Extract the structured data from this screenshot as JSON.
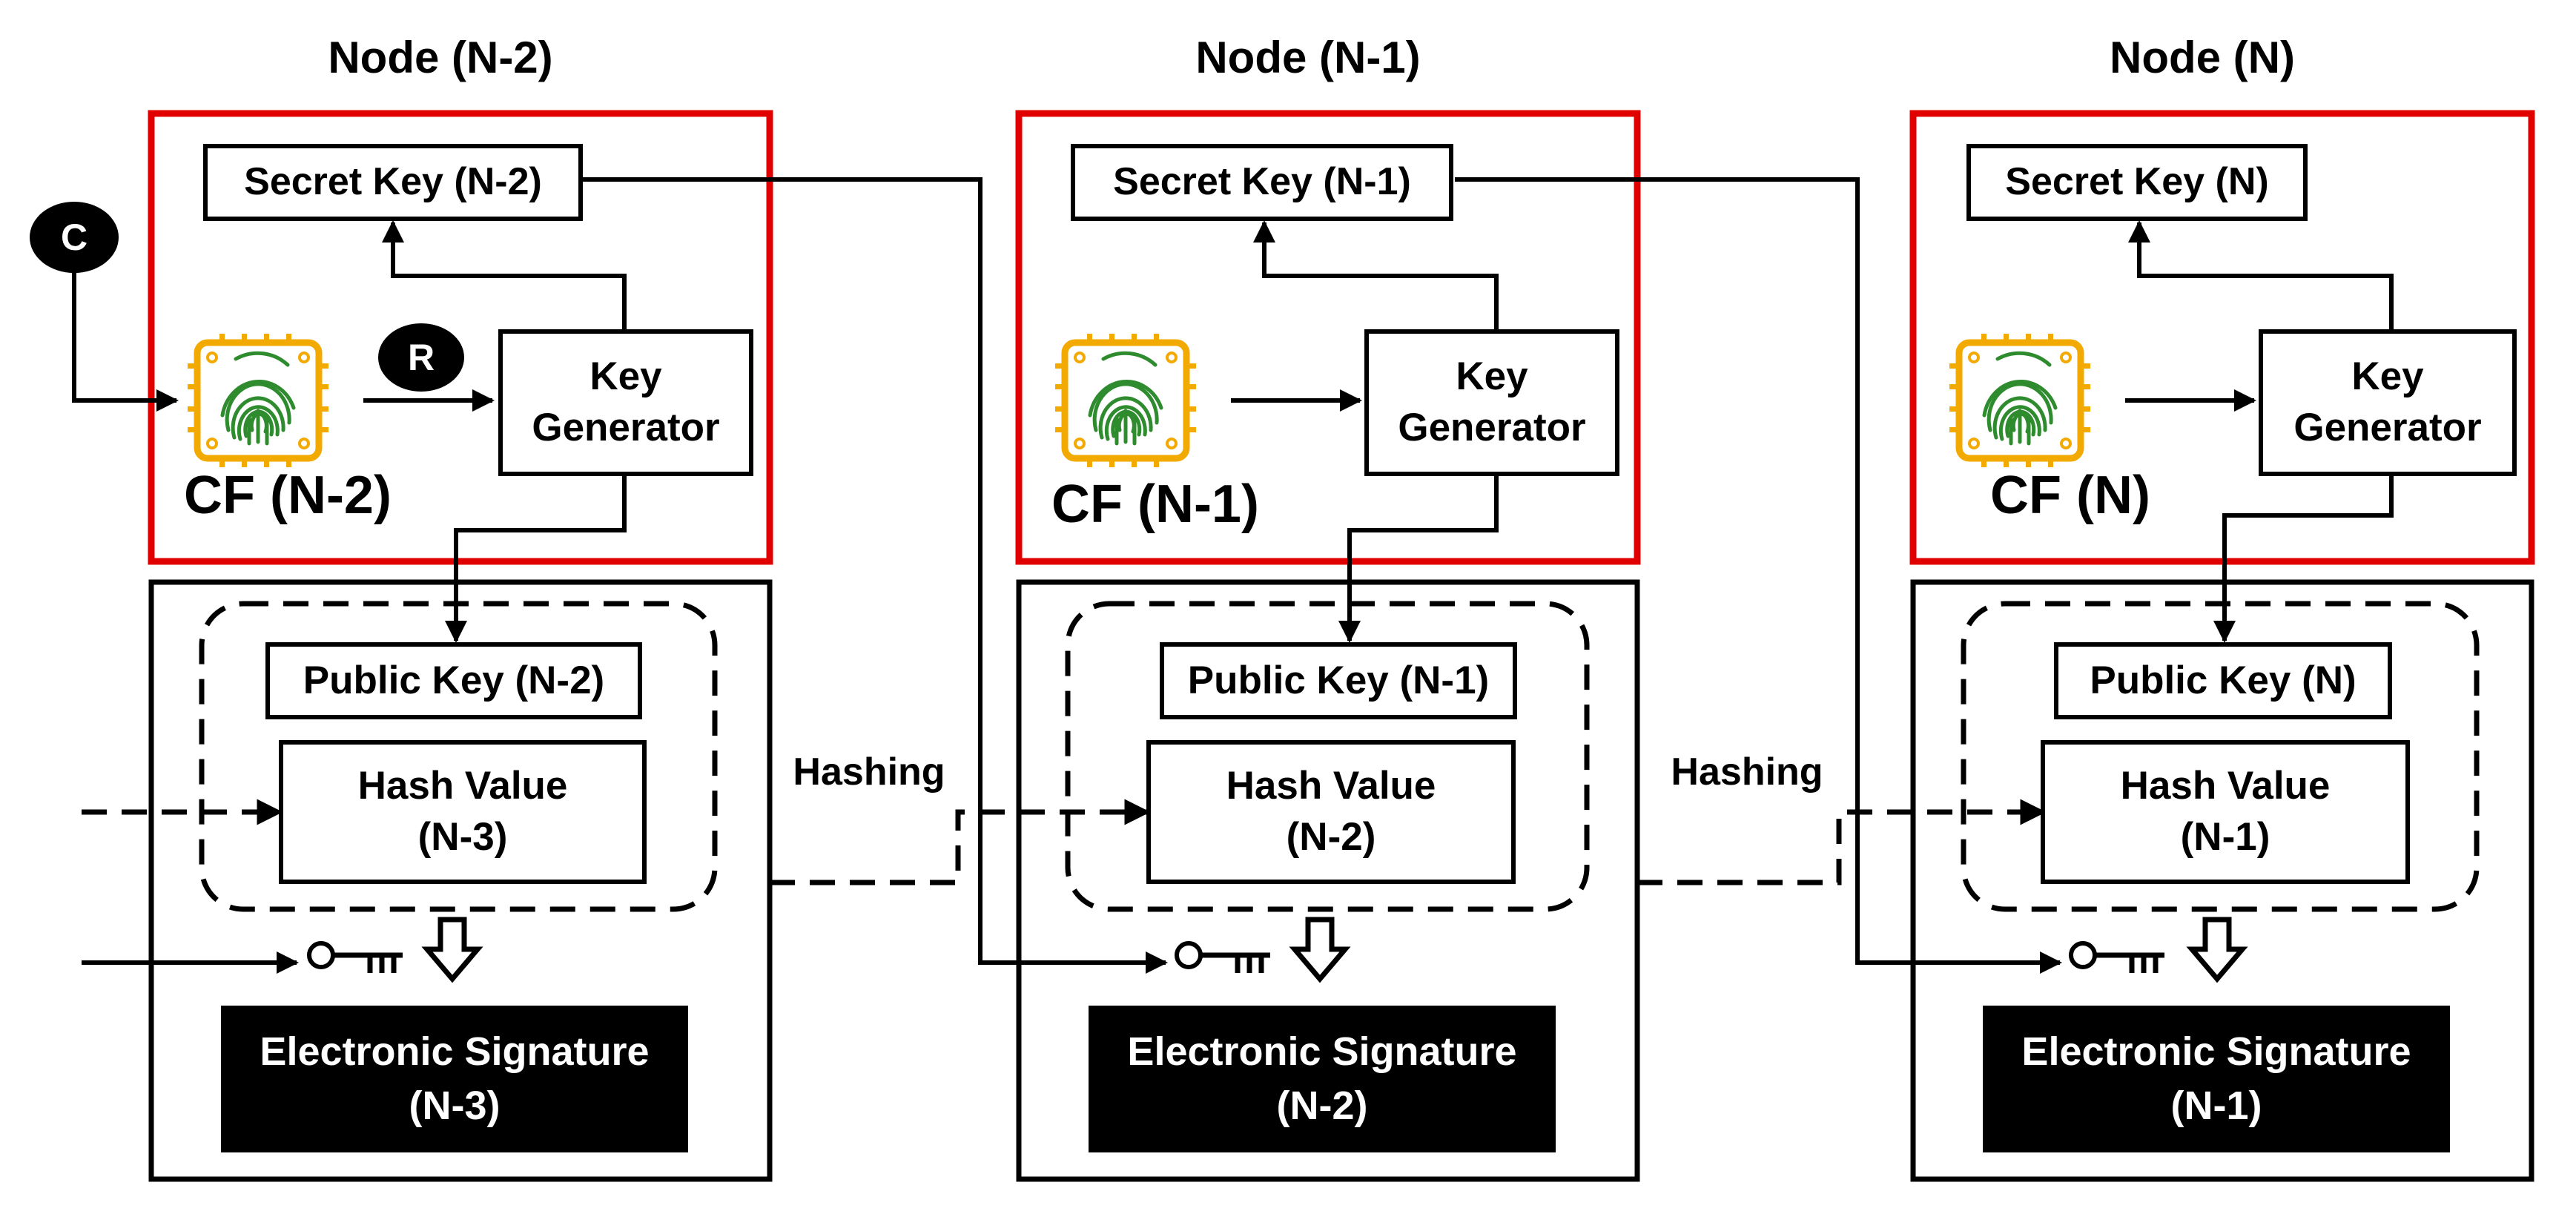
{
  "nodes": [
    {
      "title": "Node (N-2)",
      "secret_key": "Secret Key (N-2)",
      "key_generator": "Key\nGenerator",
      "cf_label": "CF (N-2)",
      "public_key": "Public Key (N-2)",
      "hash_value": "Hash Value\n(N-3)",
      "signature": "Electronic Signature\n(N-3)"
    },
    {
      "title": "Node (N-1)",
      "secret_key": "Secret Key (N-1)",
      "key_generator": "Key\nGenerator",
      "cf_label": "CF (N-1)",
      "public_key": "Public Key (N-1)",
      "hash_value": "Hash Value\n(N-2)",
      "signature": "Electronic Signature\n(N-2)"
    },
    {
      "title": "Node (N)",
      "secret_key": "Secret Key (N)",
      "key_generator": "Key\nGenerator",
      "cf_label": "CF (N)",
      "public_key": "Public Key (N)",
      "hash_value": "Hash Value\n(N-1)",
      "signature": "Electronic Signature\n(N-1)"
    }
  ],
  "badges": {
    "challenge": "C",
    "response": "R"
  },
  "hashing_labels": [
    "Hashing",
    "Hashing"
  ],
  "colors": {
    "secure_border": "#e00000",
    "chip_body": "#f2a900",
    "fingerprint": "#2e8b2e",
    "signature_fill": "#000000"
  },
  "icons": [
    "fingerprint-chip-icon",
    "key-icon",
    "down-arrow-icon"
  ]
}
